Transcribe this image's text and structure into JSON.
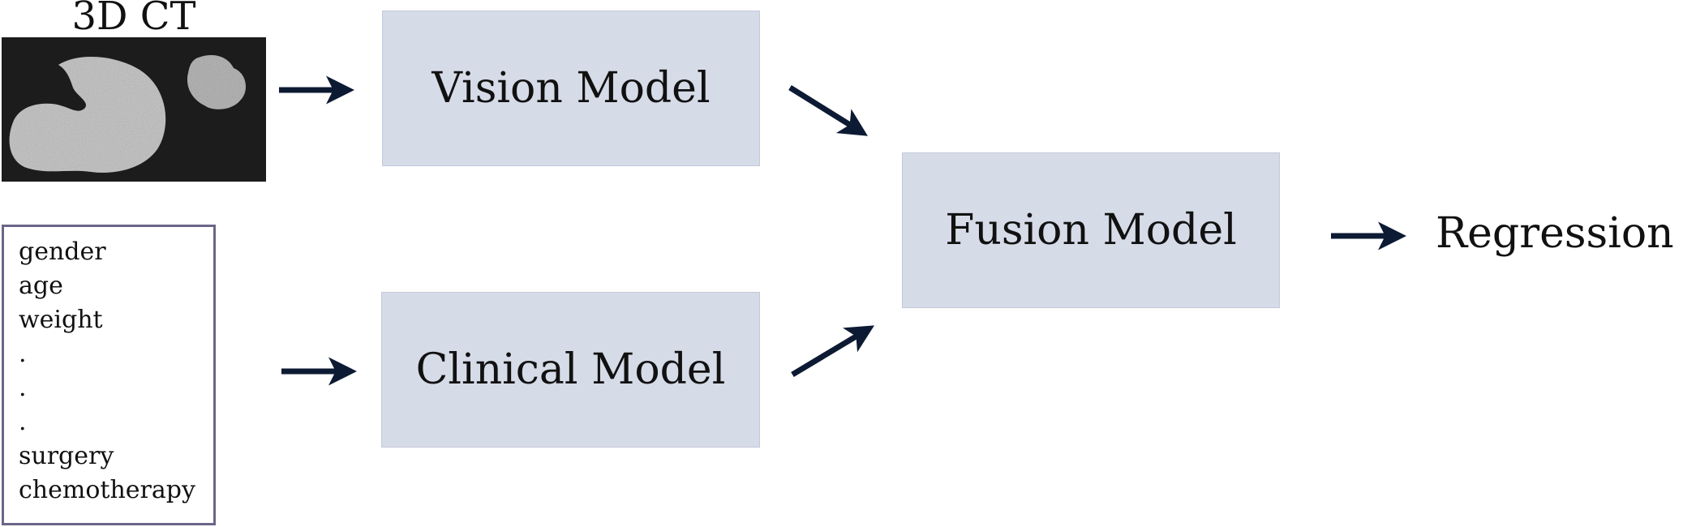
{
  "diagram": {
    "ct_label": "3D CT",
    "clinical_features": [
      "gender",
      "age",
      "weight",
      ".",
      ".",
      ".",
      "surgery",
      "chemotherapy"
    ],
    "vision_model_label": "Vision Model",
    "clinical_model_label": "Clinical Model",
    "fusion_model_label": "Fusion Model",
    "output_label": "Regression"
  },
  "colors": {
    "model_box_fill": "#d6dbe8",
    "arrow": "#0d1a33",
    "feature_box_border": "#6a6688",
    "ct_background": "#1c1c1c"
  }
}
